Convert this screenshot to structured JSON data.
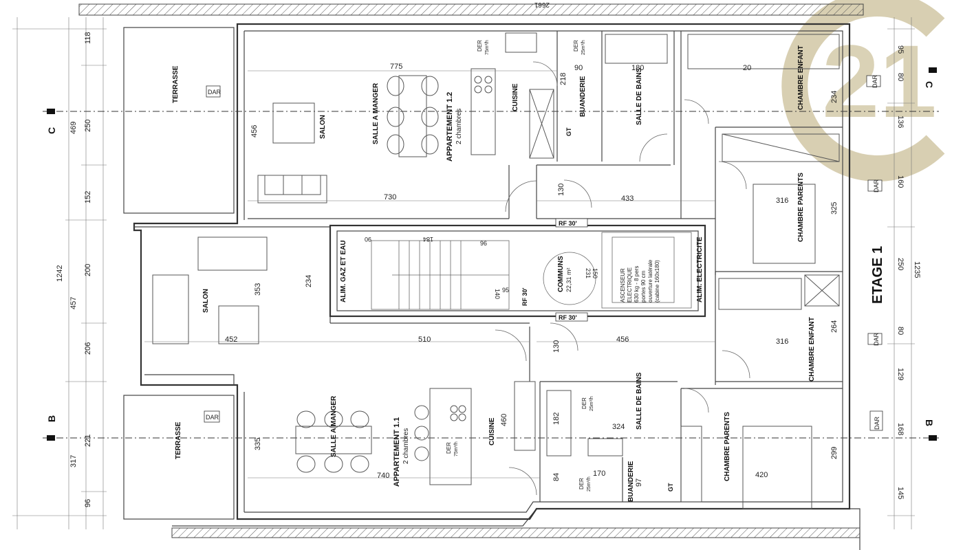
{
  "floor_label": "ETAGE 1",
  "logo_text": "21",
  "axis_marks": {
    "c_left": "C",
    "c_right": "C",
    "b_left": "B",
    "b_right": "B"
  },
  "apartments": {
    "apt_1_2": {
      "name": "APPARTEMENT 1.2",
      "rooms": "2 chambres"
    },
    "apt_1_1": {
      "name": "APPARTEMENT 1.1",
      "rooms": "2 chambres"
    }
  },
  "rooms": {
    "terrasse_top": "TERRASSE",
    "terrasse_bottom": "TERRASSE",
    "salon_top": "SALON",
    "salon_mid": "SALON",
    "salle_manger_top": "SALLE A MANGER",
    "salle_manger_bottom": "SALLE A MANGER",
    "cuisine_top": "CUISINE",
    "cuisine_bottom": "CUISINE",
    "buanderie_top": "BUANDERIE",
    "buanderie_bottom": "BUANDERIE",
    "salle_bains_top": "SALLE DE BAINS",
    "salle_bains_bottom": "SALLE DE BAINS",
    "chambre_enfant_top": "CHAMBRE ENFANT",
    "chambre_parents_top": "CHAMBRE PARENTS",
    "chambre_enfant_bottom": "CHAMBRE ENFANT",
    "chambre_parents_bottom": "CHAMBRE PARENTS",
    "alim_gaz": "ALIM. GAZ ET EAU",
    "alim_elec": "ALIM. ELECTRICITE",
    "communs": "COMMUNS",
    "communs_area": "22,31 m²"
  },
  "elevator": {
    "title": "ASCENSEUR",
    "l1": "ELECTRIQUE",
    "l2": "630 kg - 8 pers",
    "l3": "portes 90 cm",
    "l4": "ouverture latérale",
    "l5": "(cabine 160x180)"
  },
  "fire_doors": {
    "rf1": "RF 30'",
    "rf2": "RF 30'",
    "rf3": "RF 30'"
  },
  "tags": {
    "dar_1": "DAR",
    "dar_2": "DAR",
    "dar_3": "DAR",
    "dar_4": "DAR",
    "dar_5": "DAR",
    "dar_6": "DAR",
    "der_1": "DER",
    "der_1b": "75m³/h",
    "der_2": "DER",
    "der_2b": "25m³/h",
    "der_3": "DER",
    "der_3b": "25m³/h",
    "der_4": "DER",
    "der_4b": "75m³/h",
    "der_5": "DER",
    "der_5b": "25m³/h",
    "gt_1": "GT",
    "gt_2": "GT"
  },
  "dims": {
    "d775": "775",
    "d730": "730",
    "d510": "510",
    "d740": "740",
    "d452": "452",
    "d456a": "456",
    "d456b": "456",
    "d433": "433",
    "d316a": "316",
    "d316b": "316",
    "d420": "420",
    "d180": "180",
    "d90": "90",
    "d20": "20",
    "d130a": "130",
    "d130b": "130",
    "d324": "324",
    "d182": "182",
    "d170": "170",
    "d84": "84",
    "d97": "97",
    "d460": "460",
    "d353": "353",
    "d234a": "234",
    "d335": "335",
    "d218": "218",
    "d90s": "90",
    "d184": "184",
    "d96s": "96",
    "d95s": "95",
    "d140": "140",
    "d231": "231",
    "d150": "150",
    "d325": "325",
    "d264": "264",
    "d299": "299",
    "d234b": "234",
    "l118": "118",
    "l250": "250",
    "l152": "152",
    "l200": "200",
    "l206": "206",
    "l221": "221",
    "l96": "96",
    "ll469": "469",
    "ll457": "457",
    "ll317": "317",
    "ll1242": "1242",
    "r95": "95",
    "r80a": "80",
    "r136": "136",
    "r160": "160",
    "r250": "250",
    "r80b": "80",
    "r129": "129",
    "r168": "168",
    "r145": "145",
    "rr1235": "1235",
    "top": "2661"
  }
}
